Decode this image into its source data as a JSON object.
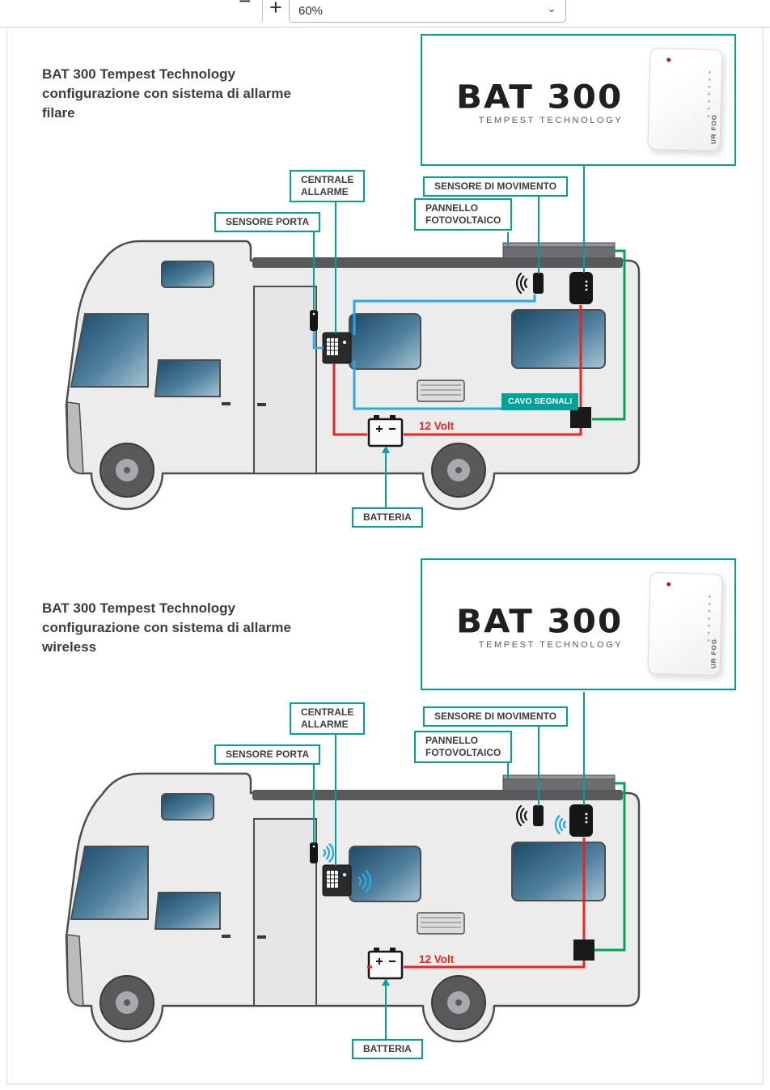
{
  "toolbar": {
    "zoom_out": "−",
    "zoom_in": "+",
    "zoom_level": "60%",
    "chevron_icon": "⌄"
  },
  "sections": [
    {
      "title_lines": [
        "BAT 300 Tempest Technology",
        "configurazione con sistema di allarme",
        "filare"
      ],
      "logo": {
        "title": "BAT 300",
        "subtitle": "TEMPEST TECHNOLOGY",
        "device_brand": "UR FOG"
      },
      "labels": {
        "centrale_line1": "CENTRALE",
        "centrale_line2": "ALLARME",
        "sensore_porta": "SENSORE PORTA",
        "sensore_movimento": "SENSORE DI MOVIMENTO",
        "pannello_line1": "PANNELLO",
        "pannello_line2": "FOTOVOLTAICO",
        "batteria": "BATTERIA",
        "cavo_segnali": "CAVO SEGNALI",
        "volt_12": "12 Volt"
      }
    },
    {
      "title_lines": [
        "BAT 300 Tempest Technology",
        "configurazione con sistema di allarme",
        "wireless"
      ],
      "logo": {
        "title": "BAT 300",
        "subtitle": "TEMPEST TECHNOLOGY",
        "device_brand": "UR FOG"
      },
      "labels": {
        "centrale_line1": "CENTRALE",
        "centrale_line2": "ALLARME",
        "sensore_porta": "SENSORE PORTA",
        "sensore_movimento": "SENSORE DI MOVIMENTO",
        "pannello_line1": "PANNELLO",
        "pannello_line2": "FOTOVOLTAICO",
        "batteria": "BATTERIA",
        "volt_12": "12 Volt"
      }
    }
  ],
  "colors": {
    "teal": "#00a39a",
    "red": "#e8251f",
    "green": "#00a551",
    "blue": "#29abe2"
  }
}
